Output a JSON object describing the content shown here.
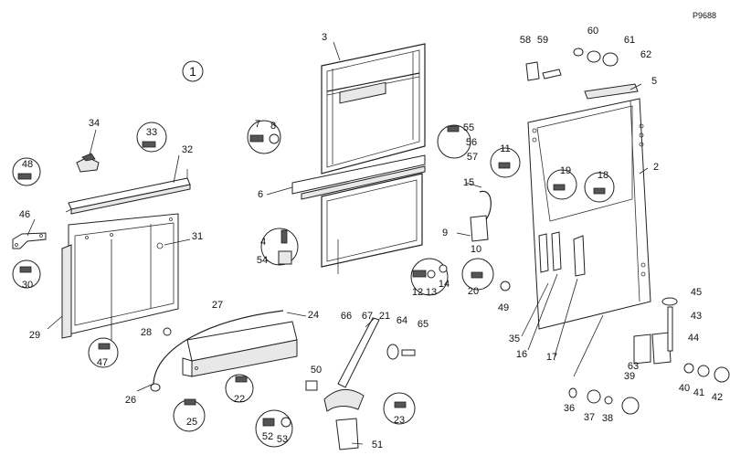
{
  "drawing_code": "P9688",
  "assembly_number": "1",
  "part_labels": [
    "2",
    "3",
    "4",
    "5",
    "6",
    "7",
    "8",
    "9",
    "10",
    "11",
    "12",
    "13",
    "14",
    "15",
    "16",
    "17",
    "18",
    "19",
    "20",
    "21",
    "22",
    "23",
    "24",
    "25",
    "26",
    "27",
    "28",
    "29",
    "30",
    "31",
    "32",
    "33",
    "34",
    "35",
    "36",
    "37",
    "38",
    "39",
    "40",
    "41",
    "42",
    "43",
    "44",
    "45",
    "46",
    "47",
    "48",
    "49",
    "50",
    "51",
    "52",
    "53",
    "54",
    "55",
    "56",
    "57",
    "58",
    "59",
    "60",
    "61",
    "62",
    "63",
    "64",
    "65",
    "66",
    "67"
  ]
}
